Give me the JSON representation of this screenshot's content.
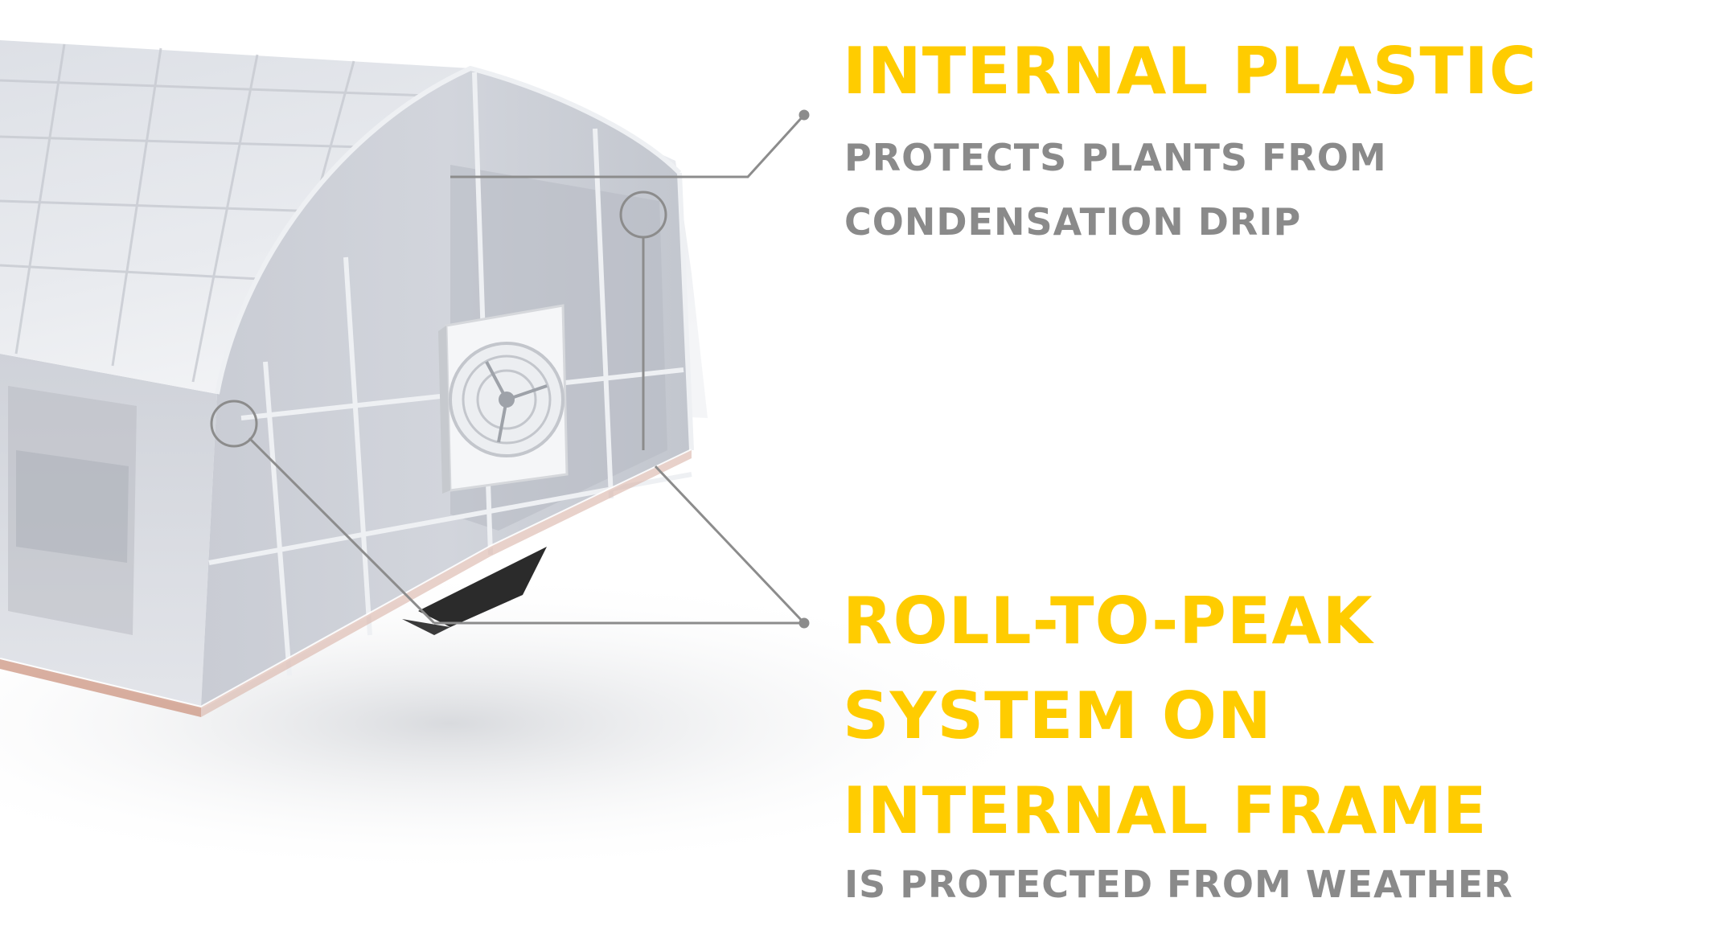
{
  "callouts": [
    {
      "heading": "INTERNAL PLASTIC",
      "description": "PROTECTS PLANTS FROM\nCONDENSATION DRIP"
    },
    {
      "heading": "ROLL-TO-PEAK\nSYSTEM ON\nINTERNAL FRAME",
      "description": "IS PROTECTED FROM WEATHER"
    }
  ],
  "colors": {
    "heading": "#ffcc00",
    "description": "#8a8a8a",
    "leader_line": "#8c8c8c"
  }
}
